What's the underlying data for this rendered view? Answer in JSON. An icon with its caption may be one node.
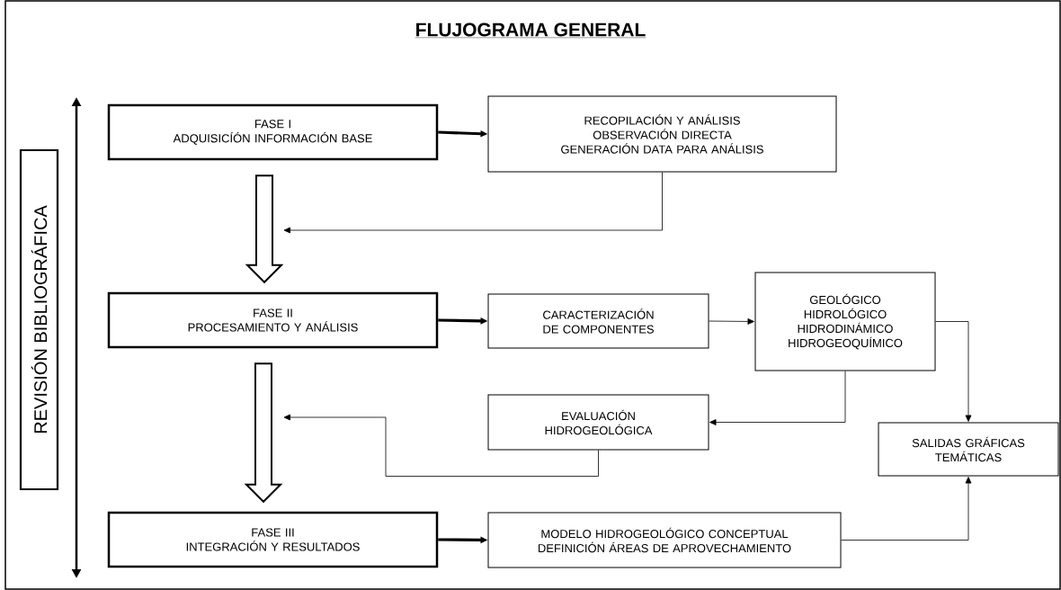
{
  "diagram": {
    "title": "FLUJOGRAMA GENERAL",
    "nodes": [
      {
        "text": [
          "REVISIÓN BIBLIOGRÁFICA"
        ]
      },
      {
        "text": [
          "FASE I",
          "ADQUISICÍÓN INFORMACIÓN BASE"
        ]
      },
      {
        "text": [
          "RECOPILACIÓN Y ANÁLISIS",
          "OBSERVACIÓN DIRECTA",
          "GENERACIÓN DATA PARA ANÁLISIS"
        ]
      },
      {
        "text": [
          "FASE II",
          "PROCESAMIENTO Y ANÁLISIS"
        ]
      },
      {
        "text": [
          "CARACTERIZACIÓN DE COMPONENTES"
        ]
      },
      {
        "text": [
          "GEOLÓGICO",
          "HIDROLÓGICO",
          "HIDRODINÁMICO",
          "HIDROGEOQUÍMICO"
        ]
      },
      {
        "text": [
          "EVALUACIÓN HIDROGEOLÓGICA"
        ]
      },
      {
        "text": [
          "SALIDAS GRÁFICAS TEMÁTICAS"
        ]
      },
      {
        "text": [
          "FASE III",
          "INTEGRACIÓN Y RESULTADOS"
        ]
      },
      {
        "text": [
          "MODELO HIDROGEOLÓGICO CONCEPTUAL",
          "DEFINICIÓN ÁREAS DE APROVECHAMIENTO"
        ]
      }
    ],
    "edges": [
      {
        "from": 1,
        "to": 2,
        "arrow": "to",
        "style": "thick"
      },
      {
        "from": 2,
        "to": null,
        "arrow": "to"
      },
      {
        "from": 1,
        "to": 3,
        "arrow": "to",
        "style": "thick"
      },
      {
        "from": 3,
        "to": 4,
        "arrow": "to",
        "style": "thick"
      },
      {
        "from": 4,
        "to": 5,
        "arrow": "to"
      },
      {
        "from": 5,
        "to": 6,
        "arrow": "to"
      },
      {
        "from": 6,
        "to": null,
        "arrow": "to"
      },
      {
        "from": 3,
        "to": 8,
        "arrow": "to",
        "style": "thick"
      },
      {
        "from": 8,
        "to": 9,
        "arrow": "to",
        "style": "thick"
      },
      {
        "from": 5,
        "to": 7,
        "arrow": "to"
      },
      {
        "from": 9,
        "to": 7,
        "arrow": "to"
      }
    ]
  }
}
